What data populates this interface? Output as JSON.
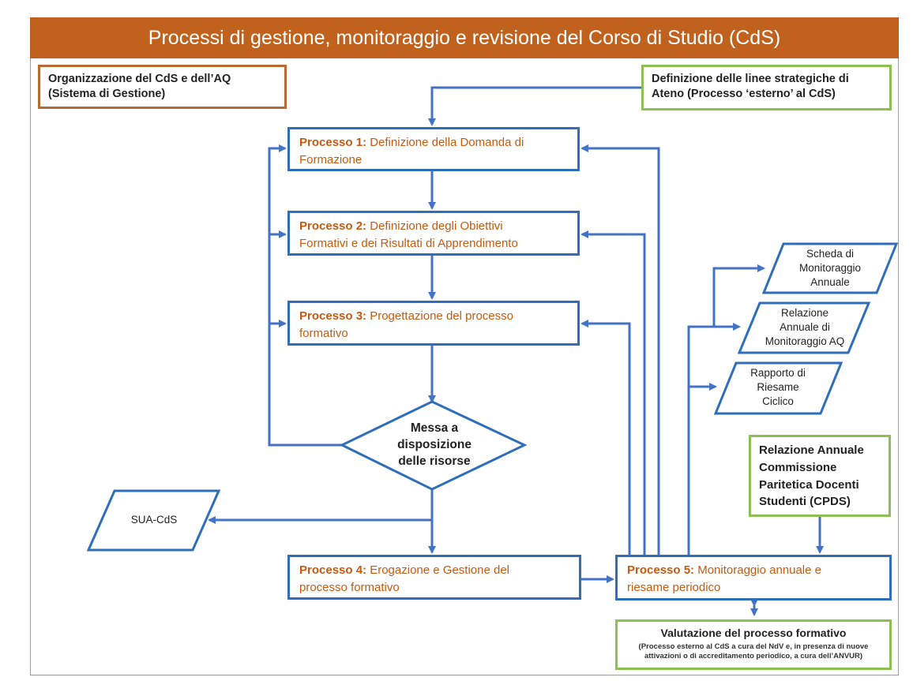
{
  "title": "Processi di gestione, monitoraggio e revisione del Corso di Studio (CdS)",
  "org_box": {
    "line1": "Organizzazione del CdS e dell’AQ",
    "line2": "(Sistema di Gestione)"
  },
  "ateno_box": {
    "line1": "Definizione delle linee strategiche di",
    "line2": "Ateno (Processo ‘esterno’ al CdS)"
  },
  "processes": {
    "p1": {
      "label": "Processo 1:",
      "text1": " Definizione della Domanda di",
      "text2": "Formazione"
    },
    "p2": {
      "label": "Processo 2:",
      "text1": " Definizione degli Obiettivi",
      "text2": "Formativi e dei Risultati di Apprendimento"
    },
    "p3": {
      "label": "Processo 3:",
      "text1": " Progettazione del processo",
      "text2": "formativo"
    },
    "p4": {
      "label": "Processo 4:",
      "text1": " Erogazione e Gestione del",
      "text2": "processo formativo"
    },
    "p5": {
      "label": "Processo 5:",
      "text1": " Monitoraggio annuale e",
      "text2": "riesame periodico"
    }
  },
  "decision": {
    "line1": "Messa a",
    "line2": "disposizione",
    "line3": "delle risorse"
  },
  "documents": {
    "sua": "SUA-CdS",
    "scheda": {
      "line1": "Scheda di",
      "line2": "Monitoraggio",
      "line3": "Annuale"
    },
    "relazione": {
      "line1": "Relazione",
      "line2": "Annuale di",
      "line3": "Monitoraggio AQ"
    },
    "rapporto": {
      "line1": "Rapporto di",
      "line2": "Riesame",
      "line3": "Ciclico"
    }
  },
  "cpds": {
    "line1": "Relazione Annuale",
    "line2": "Commissione",
    "line3": "Paritetica Docenti",
    "line4": "Studenti (CPDS)"
  },
  "valutazione": {
    "title": "Valutazione del processo formativo",
    "sub1": "(Processo esterno al CdS a cura del NdV e, in presenza di nuove",
    "sub2": "attivazioni o di accreditamento periodico, a cura dell’ANVUR)"
  },
  "colors": {
    "banner": "#c0621d",
    "process_border": "#2f6eba",
    "process_text": "#c55a11",
    "external_border": "#8cc152",
    "org_border": "#b86a33",
    "arrow": "#4472c4"
  }
}
